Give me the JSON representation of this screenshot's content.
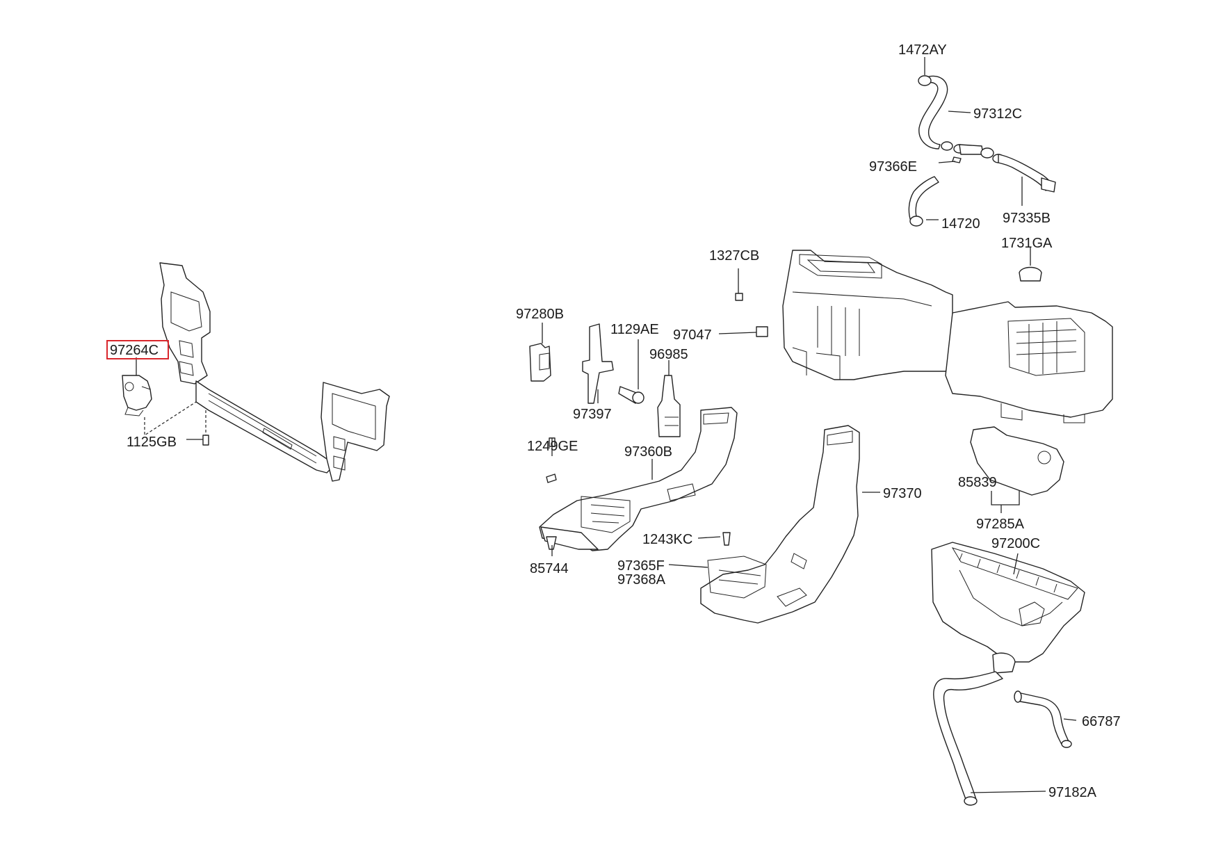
{
  "highlight_color": "#d9262c",
  "parts": {
    "p_1472AY": "1472AY",
    "p_97312C": "97312C",
    "p_97366E": "97366E",
    "p_14720": "14720",
    "p_97335B": "97335B",
    "p_1731GA": "1731GA",
    "p_1327CB": "1327CB",
    "p_97047": "97047",
    "p_97280B": "97280B",
    "p_1129AE": "1129AE",
    "p_96985": "96985",
    "p_97397": "97397",
    "p_97264C": "97264C",
    "p_1125GB": "1125GB",
    "p_1249GE": "1249GE",
    "p_97360B": "97360B",
    "p_97370": "97370",
    "p_85839": "85839",
    "p_97285A": "97285A",
    "p_1243KC": "1243KC",
    "p_85744": "85744",
    "p_97365F": "97365F",
    "p_97368A": "97368A",
    "p_97200C": "97200C",
    "p_66787": "66787",
    "p_97182A": "97182A"
  }
}
